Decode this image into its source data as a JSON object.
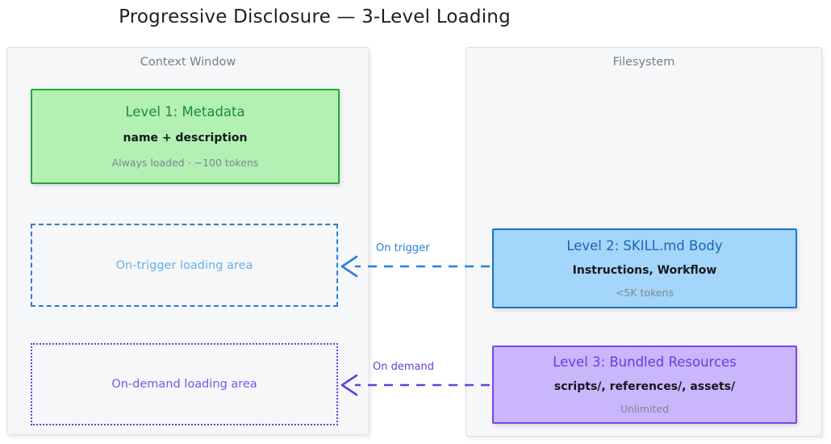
{
  "title": "Progressive Disclosure — 3-Level Loading",
  "panels": {
    "context": {
      "label": "Context Window"
    },
    "filesystem": {
      "label": "Filesystem"
    }
  },
  "nodes": {
    "level1": {
      "title": "Level 1: Metadata",
      "main": "name + description",
      "note": "Always loaded · ~100 tokens",
      "fill": "#b3f0b4",
      "border": "#21a73a",
      "title_color": "#1f8a37"
    },
    "level2": {
      "title": "Level 2: SKILL.md Body",
      "main": "Instructions, Workflow",
      "note": "<5K tokens",
      "fill": "#a4d5fb",
      "border": "#1f74c4",
      "title_color": "#1a65b0"
    },
    "level3": {
      "title": "Level 3: Bundled Resources",
      "main": "scripts/, references/, assets/",
      "note": "Unlimited",
      "fill": "#c9b6fb",
      "border": "#7a45ea",
      "title_color": "#6d3bdc"
    }
  },
  "slots": {
    "on_trigger": {
      "label": "On-trigger loading area",
      "border": "#2a7fd4",
      "text_color": "#66b0ee"
    },
    "on_demand": {
      "label": "On-demand loading area",
      "border": "#6d3bdc",
      "text_color": "#7d52ef"
    }
  },
  "edges": {
    "trigger": {
      "label": "On trigger",
      "color": "#2a7fd4"
    },
    "demand": {
      "label": "On demand",
      "color": "#6d3bdc"
    }
  }
}
